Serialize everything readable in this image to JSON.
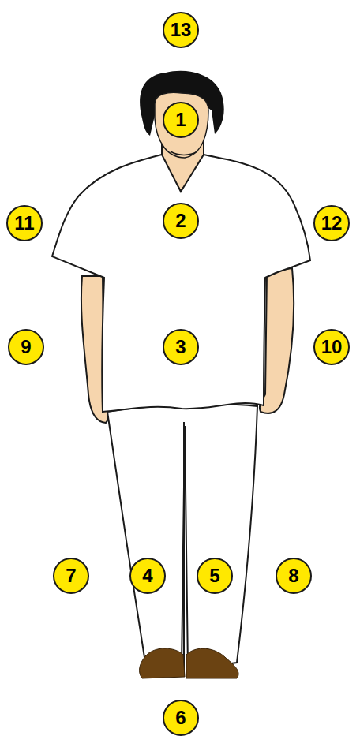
{
  "diagram": {
    "nodes": [
      {
        "text": [
          "13"
        ]
      },
      {
        "text": [
          "1"
        ]
      },
      {
        "text": [
          "11"
        ]
      },
      {
        "text": [
          "2"
        ]
      },
      {
        "text": [
          "12"
        ]
      },
      {
        "text": [
          "9"
        ]
      },
      {
        "text": [
          "3"
        ]
      },
      {
        "text": [
          "10"
        ]
      },
      {
        "text": [
          "7"
        ]
      },
      {
        "text": [
          "4"
        ]
      },
      {
        "text": [
          "5"
        ]
      },
      {
        "text": [
          "8"
        ]
      },
      {
        "text": [
          "6"
        ]
      }
    ]
  }
}
